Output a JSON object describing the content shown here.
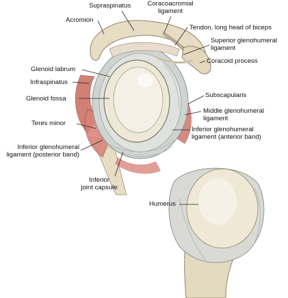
{
  "labels": {
    "supraspinatus": "Supraspinatus",
    "coracoacromial_line1": "Coracoacromial",
    "coracoacromial_line2": "ligament",
    "acromion": "Acromion",
    "biceps_tendon": "Tendon, long head of biceps",
    "superior_gh_line1": "Superior glenohumeral",
    "superior_gh_line2": "ligament",
    "coracoid": "Coracoid process",
    "glenoid_labrum": "Glenoid labrum",
    "infraspinatus": "Infraspinatus",
    "glenoid_fossa": "Glenoid fossa",
    "subscapularis": "Subscapularis",
    "middle_gh_line1": "Middle glenohumeral",
    "middle_gh_line2": "ligament",
    "teres_minor": "Teres minor",
    "inferior_gh_ant_line1": "Inferior glenohumeral",
    "inferior_gh_ant_line2": "ligament (anterior band)",
    "inferior_gh_post_line1": "Inferior glenohumeral",
    "inferior_gh_post_line2": "ligament (posterior band)",
    "inferior_capsule_line1": "Inferior",
    "inferior_capsule_line2": "joint capsule",
    "humerus": "Humerus"
  },
  "colors": {
    "bone": "#e6ddc4",
    "bone_shade": "#c9bd9c",
    "cartilage": "#f1ede2",
    "capsule": "#cdd2d0",
    "muscle": "#c96a5e",
    "leader": "#222222"
  }
}
